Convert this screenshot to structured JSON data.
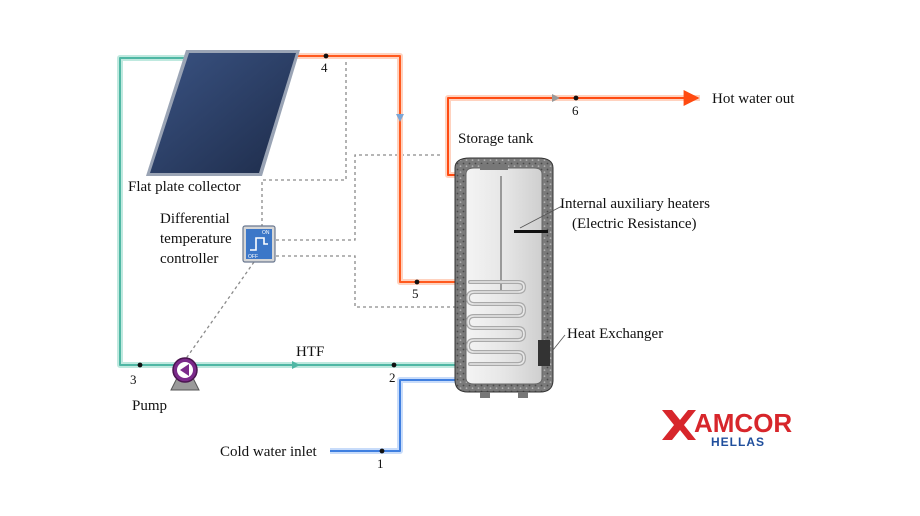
{
  "labels": {
    "collector": "Flat plate collector",
    "controller_line1": "Differential",
    "controller_line2": "temperature",
    "controller_line3": "controller",
    "storage_tank": "Storage tank",
    "heaters_line1": "Internal auxiliary heaters",
    "heaters_line2": "(Electric Resistance)",
    "heat_exchanger": "Heat Exchanger",
    "htf": "HTF",
    "pump": "Pump",
    "cold_water": "Cold water inlet",
    "hot_water": "Hot water out",
    "controller_on": "ON",
    "controller_off": "OFF"
  },
  "points": {
    "p1": "1",
    "p2": "2",
    "p3": "3",
    "p4": "4",
    "p5": "5",
    "p6": "6"
  },
  "logo": {
    "brand": "AMCOR",
    "sub": "HELLAS",
    "color": "#d7262b",
    "sub_color": "#1f4e9c"
  },
  "colors": {
    "hot_pipe": "#ff5a1f",
    "cold_pipe": "#3f7fe0",
    "return_pipe": "#5fc3b0",
    "control_wire": "#8a8a8a",
    "collector_panel": "#2b3e63",
    "pump": "#7b2a8a"
  }
}
